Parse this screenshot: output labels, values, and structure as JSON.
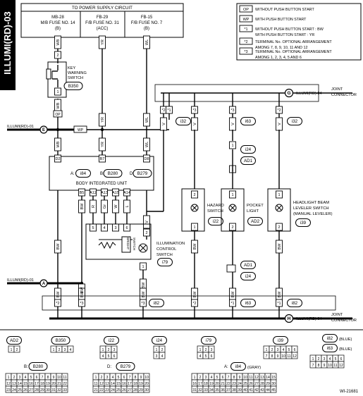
{
  "side_title": "ILLUMI(RD)-03",
  "power_box": {
    "title": "TO POWER SUPPLY CIRCUIT",
    "fuses": [
      {
        "line1": "MB-28",
        "line2": "M/B FUSE NO. 14",
        "line3": "(B)"
      },
      {
        "line1": "FB-29",
        "line2": "F/B FUSE NO. 31",
        "line3": "(ACC)"
      },
      {
        "line1": "FB-15",
        "line2": "F/B FUSE NO. 7",
        "line3": "(B)"
      }
    ]
  },
  "legend": [
    {
      "symbol": "OP",
      "text": "WITHOUT PUSH BUTTON START"
    },
    {
      "symbol": "WP",
      "text": "WITH PUSH BUTTON START"
    },
    {
      "symbol": "*1",
      "text": "WITHOUT PUSH BUTTON START : BW",
      "text2": "WITH PUSH BUTTON START        : YR"
    },
    {
      "symbol": "*2",
      "text": "TERMINAL No. OPTIONAL ARRANGEMENT",
      "text2": "AMONG 7, 8, 9, 10, 11 AND 12"
    },
    {
      "symbol": "*3",
      "text": "TERMINAL No. OPTIONAL ARRANGEMENT",
      "text2": "AMONG 1, 2, 3, 4, 5 AND 6"
    }
  ],
  "wire_colors": {
    "WB": "WB",
    "YR": "YR",
    "WL": "WL",
    "BW": "BW",
    "V": "V",
    "R": "R",
    "Gr": "Gr",
    "W": "W",
    "L": "L"
  },
  "key_warning": {
    "label1": "KEY",
    "label2": "WARNING",
    "label3": "SWITCH",
    "code": "B350"
  },
  "joint_top": {
    "label": "JOINT",
    "label2": "CONNECTOR",
    "tag": "G",
    "name": "ILLUMI(RD)-04"
  },
  "joint_bottom": {
    "label": "JOINT",
    "label2": "CONNECTOR",
    "tag": "H",
    "name": "ILLUMI(RD)-04"
  },
  "off_page": [
    {
      "tag": "E",
      "name": "ILLUMI(RD)-01"
    },
    {
      "tag": "A",
      "name": "ILLUMI(RD)-01"
    }
  ],
  "biu": {
    "title": "BODY INTEGRATED UNIT",
    "codes": [
      {
        "p": "A:",
        "c": "i84"
      },
      {
        "p": "B:",
        "c": "B280"
      },
      {
        "p": "D:",
        "c": "B279"
      }
    ],
    "pins_top": [
      "D2",
      "B7",
      "D8"
    ],
    "pins_bot": [
      "B5",
      "A12",
      "A13",
      "A15",
      "A14"
    ]
  },
  "illum_sw": {
    "l1": "ILLUMINATION",
    "l2": "CONTROL",
    "l3": "SWITCH",
    "code": "i79",
    "bright": "BRIGHT",
    "bright2": "SWITCH"
  },
  "hazard": {
    "l1": "HAZARD",
    "l2": "SWITCH",
    "code": "i22"
  },
  "pocket": {
    "l1": "POCKET",
    "l2": "LIGHT",
    "code": "AD2"
  },
  "headlight": {
    "l1": "HEADLIGHT BEAM",
    "l2": "LEVELER SWITCH",
    "l3": "(MANUAL LEVELER)",
    "code": "i39"
  },
  "misc_codes": [
    "i32",
    "i63",
    "i32",
    "i24",
    "AD1",
    "AD1",
    "i24",
    "i82",
    "i63",
    "i82"
  ],
  "pin_labels": [
    "*2",
    "*3",
    "*3",
    "*2",
    "*1",
    "*1",
    "5",
    "4",
    "3",
    "6",
    "1",
    "2",
    "3",
    "1",
    "2",
    "3",
    "2",
    "1",
    "1"
  ],
  "connectors": [
    {
      "code": "AD2",
      "suffix": ""
    },
    {
      "code": "B350",
      "suffix": ""
    },
    {
      "code": "i22",
      "suffix": ""
    },
    {
      "code": "i24",
      "suffix": ""
    },
    {
      "code": "i79",
      "suffix": ""
    },
    {
      "code": "i39",
      "suffix": ""
    },
    {
      "code": "i82",
      "suffix": "(BLUE)"
    },
    {
      "code": "i63",
      "suffix": "(BLUE)"
    },
    {
      "code": "B280",
      "prefix": "B:",
      "suffix": ""
    },
    {
      "code": "B279",
      "prefix": "D:",
      "suffix": ""
    },
    {
      "code": "i84",
      "prefix": "A:",
      "suffix": "(GRAY)"
    }
  ],
  "figure_id": "WI-21681"
}
